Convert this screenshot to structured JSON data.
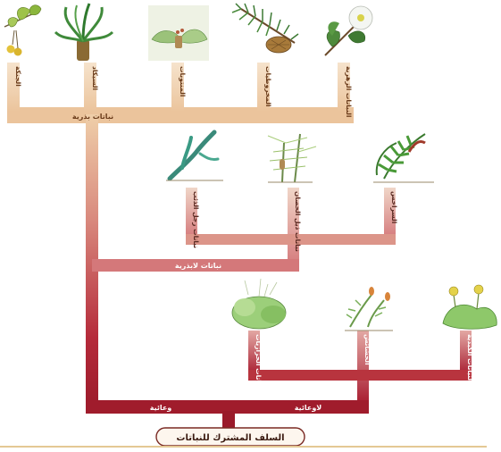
{
  "diagram": {
    "root_label": "السلف المشترك للنباتات",
    "branches": {
      "vascular": "وعائية",
      "nonvascular": "لاوعائية",
      "seed": "نباتات بذرية",
      "seedless": "نباتات لابذرية"
    },
    "seed_plants": [
      {
        "label": "الجنكة",
        "icon": "ginkgo-icon"
      },
      {
        "label": "السيكاد",
        "icon": "cycad-icon"
      },
      {
        "label": "المنتوبات",
        "icon": "gnetophyte-icon"
      },
      {
        "label": "المخروطيات",
        "icon": "conifer-icon"
      },
      {
        "label": "النباتات الزهرية",
        "icon": "flowering-plant-icon"
      }
    ],
    "seedless_plants": [
      {
        "label": "نباتات رجل الذئب",
        "icon": "club-moss-icon"
      },
      {
        "label": "نباتات ذيل الحصان",
        "icon": "horsetail-icon"
      },
      {
        "label": "السراخس",
        "icon": "fern-icon"
      }
    ],
    "nonvascular_plants": [
      {
        "label": "نباتات الحزازيات",
        "icon": "moss-icon"
      },
      {
        "label": "الحشائش",
        "icon": "hornwort-icon"
      },
      {
        "label": "النباتات الكبدية",
        "icon": "liverwort-icon"
      }
    ],
    "colors": {
      "seed_branch": "#ebc49c",
      "seedless_branch": "#d98a7e",
      "nonvascular_branch": "#b52a3a",
      "trunk": "#a01c2c",
      "footer_rule": "#e4c894"
    }
  }
}
